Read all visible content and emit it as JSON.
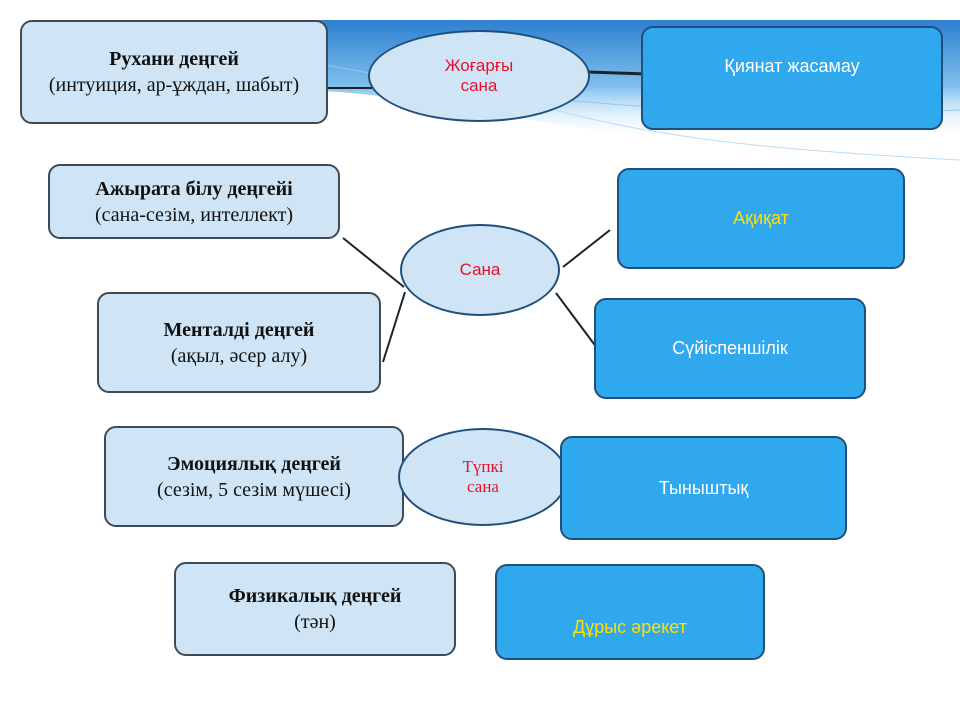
{
  "colors": {
    "left_box_fill": "#cfe5f6",
    "right_box_fill": "#2fa8ee",
    "oval_fill": "#cfe5f6",
    "oval_text_red": "#e8112d",
    "right_text_yellow": "#ffe000",
    "outline": "#1f4f7c"
  },
  "levels": [
    {
      "title": "Рухани деңгей",
      "desc": "(интуиция, ар-ұждан, шабыт)"
    },
    {
      "title": "Ажырата білу деңгейі",
      "desc": "(сана-сезім, интеллект)"
    },
    {
      "title": "Менталді деңгей",
      "desc": "(ақыл, әсер алу)"
    },
    {
      "title": "Эмоциялық  деңгей",
      "desc": "(сезім, 5 сезім мүшесі)"
    },
    {
      "title": "Физикалық деңгей",
      "desc": "(тән)"
    }
  ],
  "consciousness": {
    "higher": {
      "line1": "Жоғарғы",
      "line2": "сана"
    },
    "middle": "Сана",
    "sub": {
      "line1": "Түпкі",
      "line2": "сана"
    }
  },
  "values": [
    "Қиянат жасамау",
    "Ақиқат",
    "Сүйіспеншілік",
    "Тыныштық",
    "Дұрыс әрекет"
  ]
}
